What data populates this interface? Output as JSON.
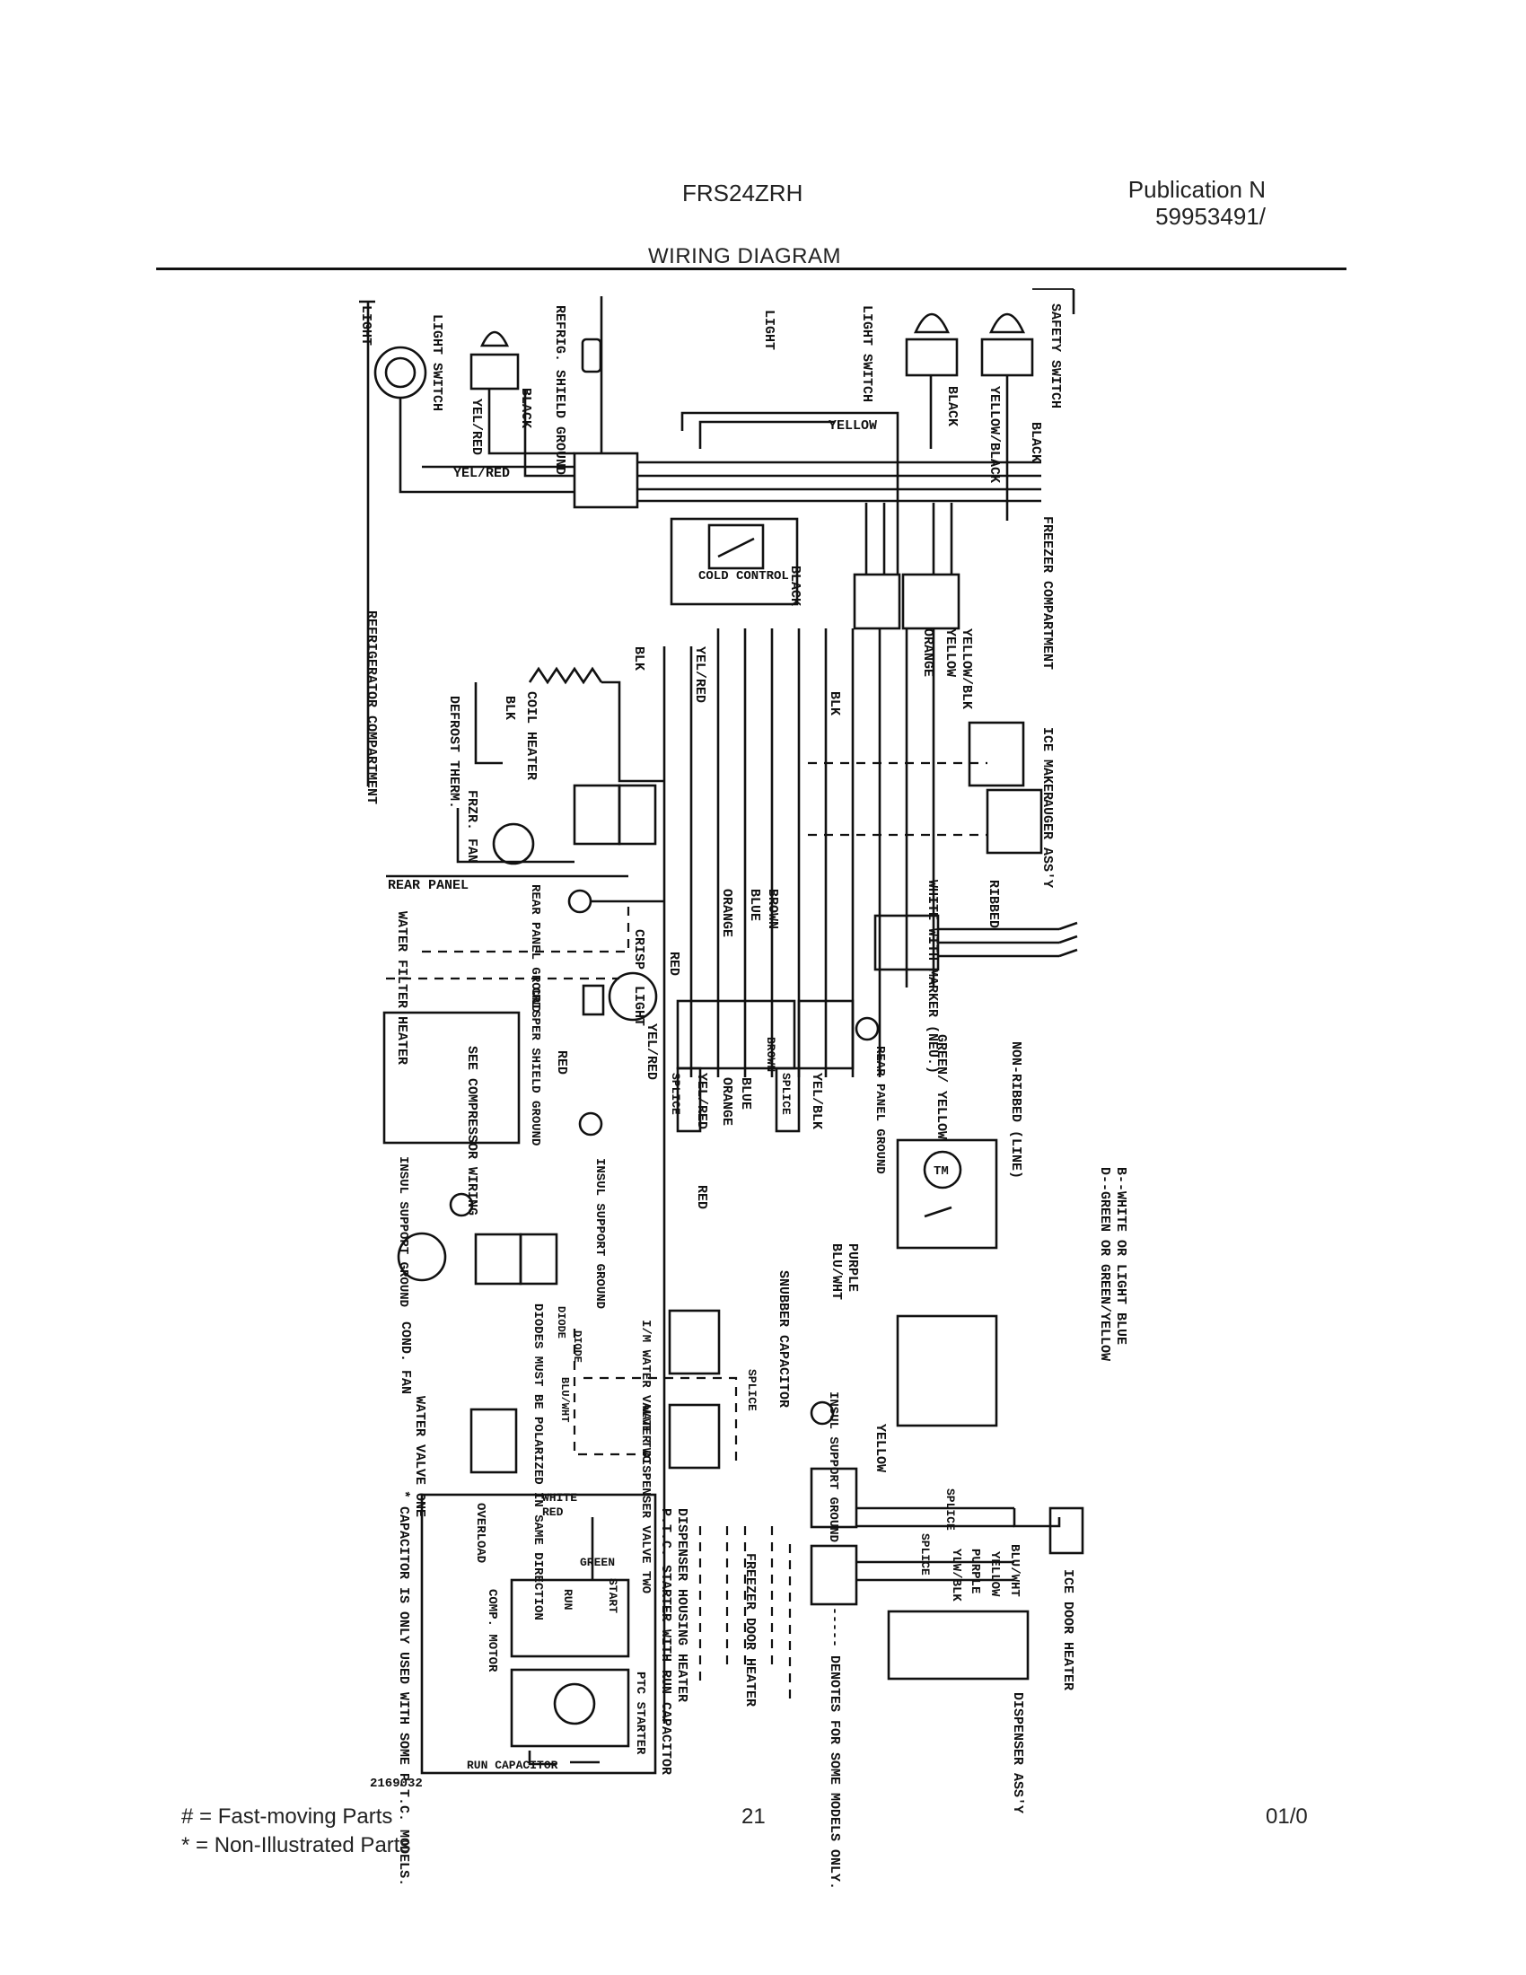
{
  "header": {
    "model": "FRS24ZRH",
    "publication_line1": "Publication N",
    "publication_line2": "59953491/",
    "title": "WIRING DIAGRAM"
  },
  "footer": {
    "fast_moving": "# = Fast-moving Parts",
    "non_illustrated": "* = Non-Illustrated Parts",
    "page": "21",
    "date": "01/0"
  },
  "labels": {
    "light_left": "LIGHT",
    "light_switch_left": "LIGHT SWITCH",
    "refrig_shield_ground": "REFRIG. SHIELD GROUND",
    "black_1": "BLACK",
    "yel_red_1": "YEL/RED",
    "yel_red_2": "YEL/RED",
    "light_center": "LIGHT",
    "light_switch_right": "LIGHT SWITCH",
    "black_2": "BLACK",
    "yellow_black_1": "YELLOW/BLACK",
    "safety_switch": "SAFETY SWITCH",
    "black_3": "BLACK",
    "yellow_top": "YELLOW",
    "cold_control": "COLD CONTROL",
    "black_4": "BLACK",
    "frzr_compartment": "FREEZER COMPARTMENT",
    "refrigerator_compartment": "REFRIGERATOR COMPARTMENT",
    "blk_1": "BLK",
    "yel_red_3": "YEL/RED",
    "coil_heater": "COIL HEATER",
    "blk_2": "BLK",
    "defrost_therm": "DEFROST THERM.",
    "blk_3": "BLK",
    "yellow_2": "YELLOW",
    "orange_1": "ORANGE",
    "yellow_blk_2": "YELLOW/BLK",
    "ice_maker": "ICE MAKER",
    "frzr_fan": "FRZR. FAN",
    "auger_assy": "AUGER ASS'Y",
    "rear_panel": "REAR PANEL",
    "rear_panel_ground": "REAR PANEL GROUND",
    "ribbed": "RIBBED",
    "white_with_marker": "WHITE WITH MARKER (NEU.)",
    "brown_1": "BROWN",
    "blue_1": "BLUE",
    "orange_2": "ORANGE",
    "water_filter_heater": "WATER FILTER HEATER",
    "crisp_light": "CRISP. LIGHT",
    "red_1": "RED",
    "crisper_shield_ground": "CRISPER SHIELD GROUND",
    "green_yellow": "GREEN/ YELLOW",
    "non_ribbed": "NON-RIBBED (LINE)",
    "rear_panel_ground_2": "REAR PANEL GROUND",
    "see_compressor_wiring": "SEE COMPRESSOR WIRING",
    "red_2": "RED",
    "yel_red_4": "YEL/RED",
    "splice_1": "SPLICE",
    "yel_red_5": "YEL/RED",
    "brown_2": "BROWN",
    "blue_2": "BLUE",
    "orange_3": "ORANGE",
    "splice_2": "SPLICE",
    "yel_blk": "YEL/BLK",
    "insul_support_ground_1": "INSUL SUPPORT GROUND",
    "insul_support_ground_2": "INSUL SUPPORT GROUND",
    "red_3": "RED",
    "tm": "TM",
    "legend_b": "B--WHITE OR LIGHT BLUE",
    "legend_d": "D--GREEN OR GREEN/YELLOW",
    "cond_fan": "COND. FAN",
    "diodes_note": "DIODES MUST BE POLARIZED IN SAME DIRECTION",
    "water_valve_one": "WATER VALVE ONE",
    "diode_1": "DIODE",
    "diode_2": "DIODE",
    "blu_wht": "BLU/WHT",
    "im_water_valve_two": "I/M WATER VALVE TWO",
    "water_dispenser_valve_two": "WATER DISPENSER VALVE TWO",
    "snubber_capacitor": "SNUBBER CAPACITOR",
    "splice_3": "SPLICE",
    "purple": "PURPLE",
    "blu_wht_2": "BLU/WHT",
    "insul_support_ground_3": "INSUL SUPPORT GROUND",
    "yellow_3": "YELLOW",
    "capacitor_note": "* CAPACITOR IS ONLY USED WITH SOME P.T.C. MODELS.",
    "overload": "OVERLOAD",
    "white": "WHITE",
    "red_4": "RED",
    "green": "GREEN",
    "comp_motor": "COMP. MOTOR",
    "run": "RUN",
    "start": "START",
    "ptc_starter": "PTC STARTER",
    "run_capacitor": "RUN CAPACITOR",
    "ptc_starter_with_run_cap": "P.T.C. STARTER WITH RUN CAPACITOR",
    "dispenser_housing_heater": "DISPENSER HOUSING HEATER",
    "freezer_door_heater": "FREEZER DOOR HEATER",
    "denotes_note": "----- DENOTES FOR SOME MODELS ONLY.",
    "splice_4": "SPLICE",
    "splice_5": "SPLICE",
    "blu_wht_3": "BLU/WHT",
    "yellow_4": "YELLOW",
    "purple_2": "PURPLE",
    "ylw_blk": "YLW/BLK",
    "ice_door_heater": "ICE DOOR HEATER",
    "dispenser_assy": "DISPENSER ASS'Y",
    "drawing_number": "2169032"
  }
}
